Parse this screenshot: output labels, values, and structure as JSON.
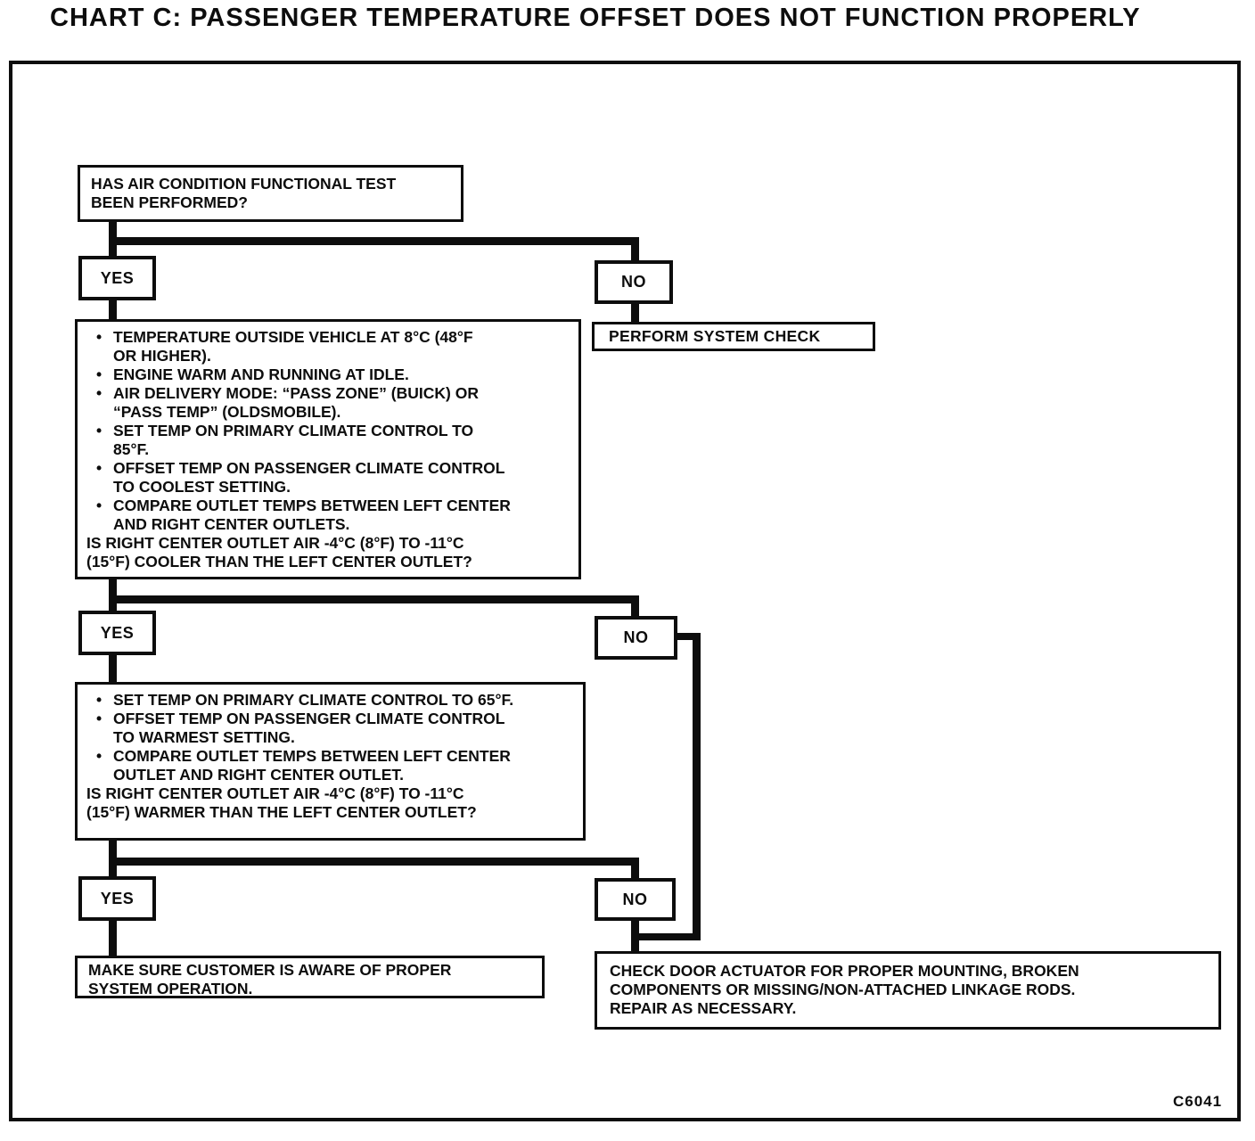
{
  "title": "CHART C: PASSENGER TEMPERATURE OFFSET DOES NOT FUNCTION PROPERLY",
  "figure_id": "C6041",
  "colors": {
    "ink": "#0d0d0d",
    "paper": "#ffffff"
  },
  "nodes": {
    "question_start": {
      "text": "HAS AIR CONDITION FUNCTIONAL TEST\nBEEN PERFORMED?"
    },
    "yes1": {
      "label": "YES"
    },
    "no1": {
      "label": "NO"
    },
    "perform_system_check": {
      "label": "PERFORM SYSTEM CHECK"
    },
    "test_cool": {
      "bullets": [
        "TEMPERATURE OUTSIDE VEHICLE AT 8°C (48°F\nOR HIGHER).",
        "ENGINE WARM AND RUNNING AT IDLE.",
        "AIR DELIVERY MODE: “PASS ZONE” (BUICK) OR\n“PASS TEMP” (OLDSMOBILE).",
        "SET TEMP ON PRIMARY CLIMATE CONTROL TO\n85°F.",
        "OFFSET TEMP ON PASSENGER CLIMATE CONTROL\nTO COOLEST SETTING.",
        "COMPARE OUTLET TEMPS BETWEEN LEFT CENTER\nAND RIGHT CENTER OUTLETS."
      ],
      "question": "IS RIGHT CENTER OUTLET AIR -4°C (8°F) TO -11°C\n(15°F) COOLER THAN THE LEFT CENTER OUTLET?"
    },
    "yes2": {
      "label": "YES"
    },
    "no2": {
      "label": "NO"
    },
    "test_warm": {
      "bullets": [
        "SET TEMP ON PRIMARY CLIMATE CONTROL TO 65°F.",
        "OFFSET TEMP ON PASSENGER CLIMATE CONTROL\nTO WARMEST SETTING.",
        "COMPARE OUTLET TEMPS BETWEEN LEFT CENTER\nOUTLET AND RIGHT CENTER OUTLET."
      ],
      "question": "IS RIGHT CENTER OUTLET AIR -4°C (8°F) TO -11°C\n(15°F) WARMER THAN THE LEFT CENTER OUTLET?"
    },
    "yes3": {
      "label": "YES"
    },
    "no3": {
      "label": "NO"
    },
    "customer_aware": {
      "text": "MAKE SURE CUSTOMER IS AWARE OF PROPER\nSYSTEM OPERATION."
    },
    "check_actuator": {
      "text": "CHECK DOOR ACTUATOR FOR PROPER MOUNTING, BROKEN\nCOMPONENTS OR MISSING/NON-ATTACHED LINKAGE RODS.\nREPAIR AS NECESSARY."
    }
  }
}
